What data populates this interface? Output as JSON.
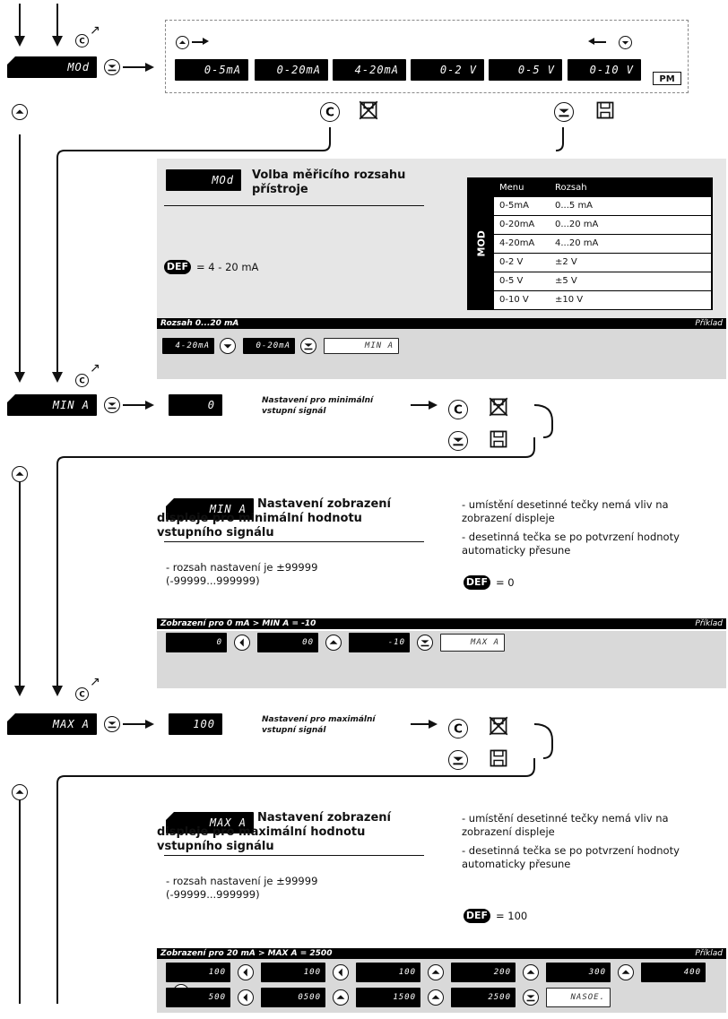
{
  "menu": {
    "mod_display": "MOd",
    "min_display": "MIN A",
    "max_display": "MAX A"
  },
  "range_options": [
    "0-5mA",
    "0-20mA",
    "4-20mA",
    "0-2 V",
    "0-5 V",
    "0-10 V"
  ],
  "pm_badge": "PM",
  "section_mod": {
    "display": "MOd",
    "title": "Volba měřicího rozsahu přístroje",
    "def_label": "DEF",
    "def_value": "= 4 - 20 mA",
    "table": {
      "side_label": "MOD",
      "headers": [
        "Menu",
        "Rozsah"
      ],
      "rows": [
        [
          "0-5mA",
          "0...5 mA"
        ],
        [
          "0-20mA",
          "0...20 mA"
        ],
        [
          "4-20mA",
          "4...20 mA"
        ],
        [
          "0-2 V",
          "±2 V"
        ],
        [
          "0-5 V",
          "±5 V"
        ],
        [
          "0-10 V",
          "±10 V"
        ]
      ]
    },
    "example_title": "Rozsah 0...20 mA",
    "example_label": "Příklad",
    "example_steps": [
      "4-20mA",
      "0-20mA",
      "MIN A"
    ]
  },
  "row_min": {
    "value": "0",
    "desc": "Nastavení pro minimální vstupní signál"
  },
  "section_min": {
    "display": "MIN A",
    "title": "Nastavení zobrazení displeje pro minimální hodnotu vstupního signálu",
    "bullet1": "- rozsah nastavení je ±99999 (-99999...999999)",
    "note1": "- umístění desetinné tečky nemá vliv na zobrazení displeje",
    "note2": "- desetinná tečka se po potvrzení hodnoty automaticky přesune",
    "def_label": "DEF",
    "def_value": "= 0",
    "example_title": "Zobrazení pro 0 mA > MIN A = -10",
    "example_label": "Příklad",
    "example_steps": [
      "0",
      "00",
      "-10",
      "MAX A"
    ]
  },
  "row_max": {
    "value": "100",
    "desc": "Nastavení pro maximální vstupní signál"
  },
  "section_max": {
    "display": "MAX A",
    "title": "Nastavení zobrazení displeje pro maximální hodnotu vstupního signálu",
    "bullet1": "- rozsah nastavení je ±99999 (-99999...999999)",
    "note1": "- umístění desetinné tečky nemá vliv na zobrazení displeje",
    "note2": "- desetinná tečka se po potvrzení hodnoty automaticky přesune",
    "def_label": "DEF",
    "def_value": "= 100",
    "example_title": "Zobrazení pro 20 mA > MAX A = 2500",
    "example_label": "Příklad",
    "example_row1": [
      "100",
      "100",
      "100",
      "200",
      "300",
      "400"
    ],
    "example_row2": [
      "500",
      "0500",
      "1500",
      "2500",
      "NASOE."
    ]
  }
}
